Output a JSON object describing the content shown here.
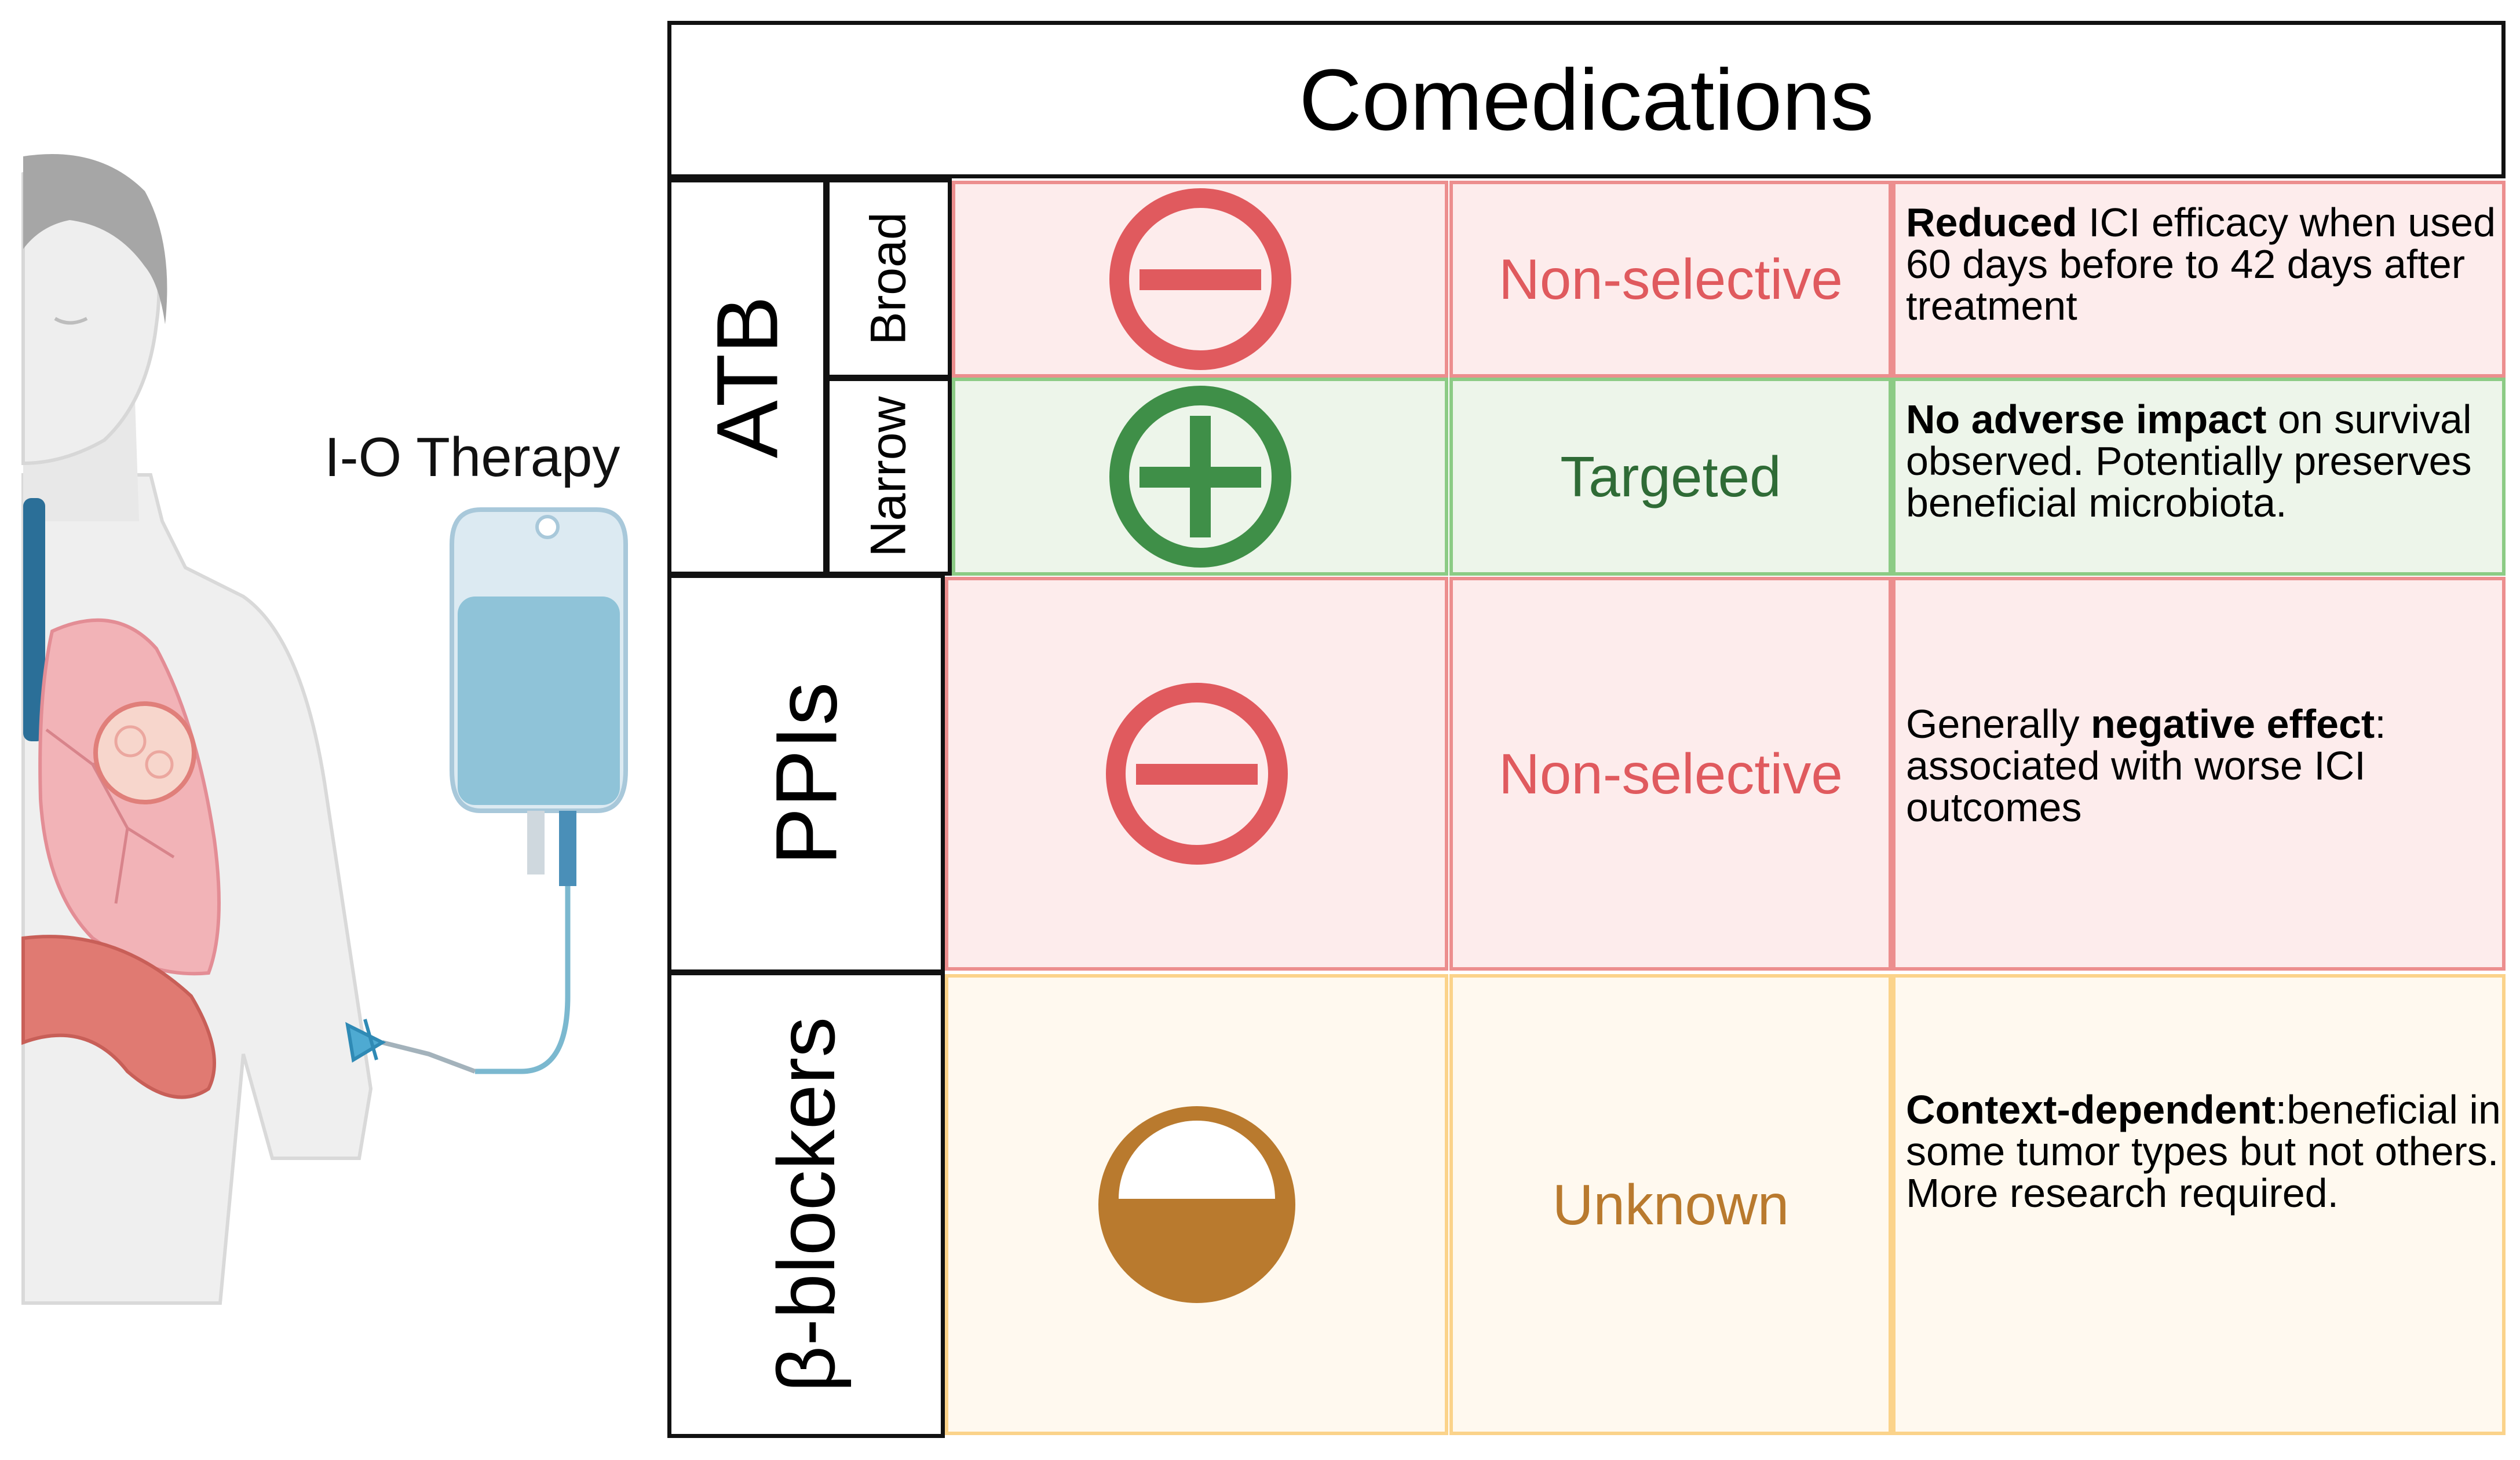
{
  "illustration": {
    "label": "I-O Therapy"
  },
  "table": {
    "title": "Comedications",
    "rows": {
      "atb": {
        "label": "ATB",
        "broad": {
          "sublabel": "Broad",
          "icon": "minus-circle-icon",
          "selectivity": "Non-selective",
          "desc_bold": "Reduced",
          "desc_rest": " ICI efficacy when used 60 days before to 42 days after treatment"
        },
        "narrow": {
          "sublabel": "Narrow",
          "icon": "plus-circle-icon",
          "selectivity": "Targeted",
          "desc_bold": "No adverse impact",
          "desc_rest": " on survival observed. Potentially preserves beneficial microbiota."
        }
      },
      "ppis": {
        "label": "PPIs",
        "icon": "minus-circle-icon",
        "selectivity": "Non-selective",
        "desc_pre": "Generally ",
        "desc_bold": "negative effect",
        "desc_rest": ": associated with worse ICI outcomes"
      },
      "beta_blockers": {
        "label": "β-blockers",
        "icon": "half-filled-circle-icon",
        "selectivity": "Unknown",
        "desc_bold": "Context-dependent",
        "desc_rest": ":beneficial in some tumor types but not others. More research required."
      }
    }
  },
  "colors": {
    "negative": "#e05a5e",
    "positive": "#3f8f48",
    "unknown": "#b97a2e",
    "negative_bg": "#fdecec",
    "positive_bg": "#edf5ea",
    "unknown_bg": "#fff9ef"
  }
}
